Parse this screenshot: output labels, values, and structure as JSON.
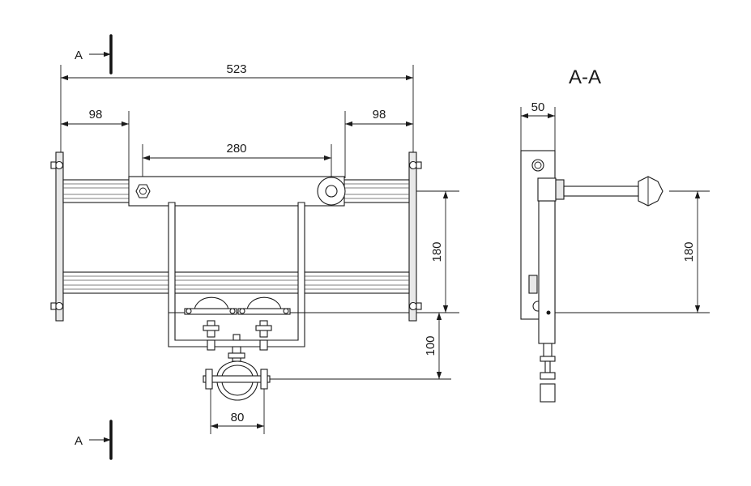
{
  "section_marker_label": "A",
  "section_title": "A-A",
  "dimensions": {
    "overall_width": "523",
    "left_offset": "98",
    "right_offset": "98",
    "center_span": "280",
    "vertical_height": "180",
    "lower_drop": "100",
    "pipe_spacing": "80",
    "section_depth": "50",
    "section_height": "180"
  }
}
